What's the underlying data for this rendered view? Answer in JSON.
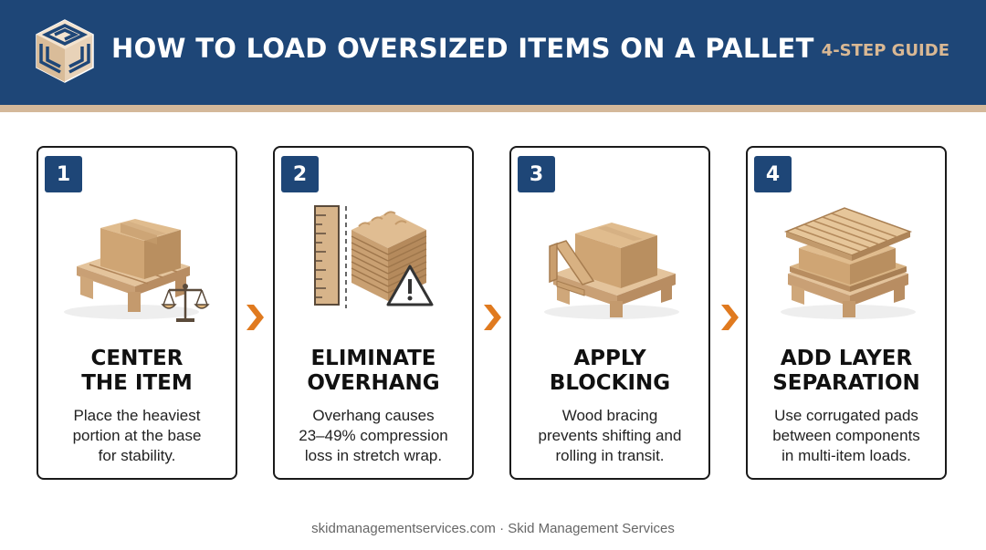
{
  "header": {
    "title": "HOW TO LOAD OVERSIZED ITEMS ON A PALLET",
    "subtitle": "4-STEP GUIDE",
    "logo_icon": "pallet-logo-icon"
  },
  "colors": {
    "header_bg": "#1e4677",
    "accent_tan": "#d4b89a",
    "arrow_orange": "#e07a1f",
    "badge_blue": "#1e4677"
  },
  "steps": [
    {
      "number": "1",
      "title_line1": "CENTER",
      "title_line2": "THE ITEM",
      "desc_line1": "Place the heaviest",
      "desc_line2": "portion at the base",
      "desc_line3": "for stability.",
      "icon": "box-on-pallet-with-scale-icon"
    },
    {
      "number": "2",
      "title_line1": "ELIMINATE",
      "title_line2": "OVERHANG",
      "desc_line1": "Overhang causes",
      "desc_line2": "23–49% compression",
      "desc_line3": "loss in stretch wrap.",
      "icon": "ruler-and-stack-warning-icon"
    },
    {
      "number": "3",
      "title_line1": "APPLY",
      "title_line2": "BLOCKING",
      "desc_line1": "Wood bracing",
      "desc_line2": "prevents shifting and",
      "desc_line3": "rolling in transit.",
      "icon": "box-with-wood-blocking-icon"
    },
    {
      "number": "4",
      "title_line1": "ADD LAYER",
      "title_line2": "SEPARATION",
      "desc_line1": "Use corrugated pads",
      "desc_line2": "between components",
      "desc_line3": "in multi-item loads.",
      "icon": "layered-corrugated-pads-icon"
    }
  ],
  "arrow_icon": "chevron-right-icon",
  "footer": {
    "text": "skidmanagementservices.com · Skid Management Services"
  }
}
